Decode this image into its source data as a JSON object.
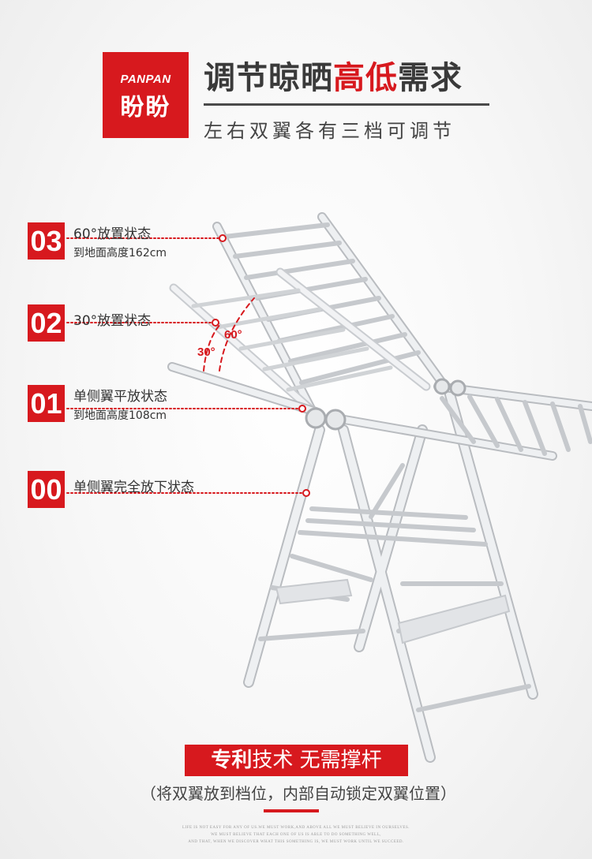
{
  "brand": {
    "name_en": "PANPAN",
    "name_cn": "盼盼",
    "color": "#d7191e"
  },
  "header": {
    "title_part1": "调节晾晒",
    "title_highlight": "高低",
    "title_part2": "需求",
    "subtitle": "左右双翼各有三档可调节"
  },
  "angles": {
    "a30": "30°",
    "a60": "60°"
  },
  "states": [
    {
      "num": "03",
      "line1": "60°放置状态",
      "line2": "到地面高度162cm"
    },
    {
      "num": "02",
      "line1": "30°放置状态",
      "line2": ""
    },
    {
      "num": "01",
      "line1": "单侧翼平放状态",
      "line2": "到地面高度108cm"
    },
    {
      "num": "00",
      "line1": "单侧翼完全放下状态",
      "line2": ""
    }
  ],
  "bottom": {
    "banner_bold": "专利",
    "banner_rest": "技术 无需撑杆",
    "note": "（将双翼放到档位，内部自动锁定双翼位置）",
    "fine_1": "LIFE IS NOT EASY FOR ANY OF US.WE MUST WORK,AND ABOVE ALL WE MUST BELIEVE IN OURSELVES.",
    "fine_2": "WE MUST BELIEVE THAT EACH ONE OF US IS ABLE TO DO SOMETHING WELL,",
    "fine_3": "AND THAT, WHEN WE DISCOVER WHAT THIS SOMETHING IS, WE MUST WORK UNTIL WE SUCCEED."
  }
}
